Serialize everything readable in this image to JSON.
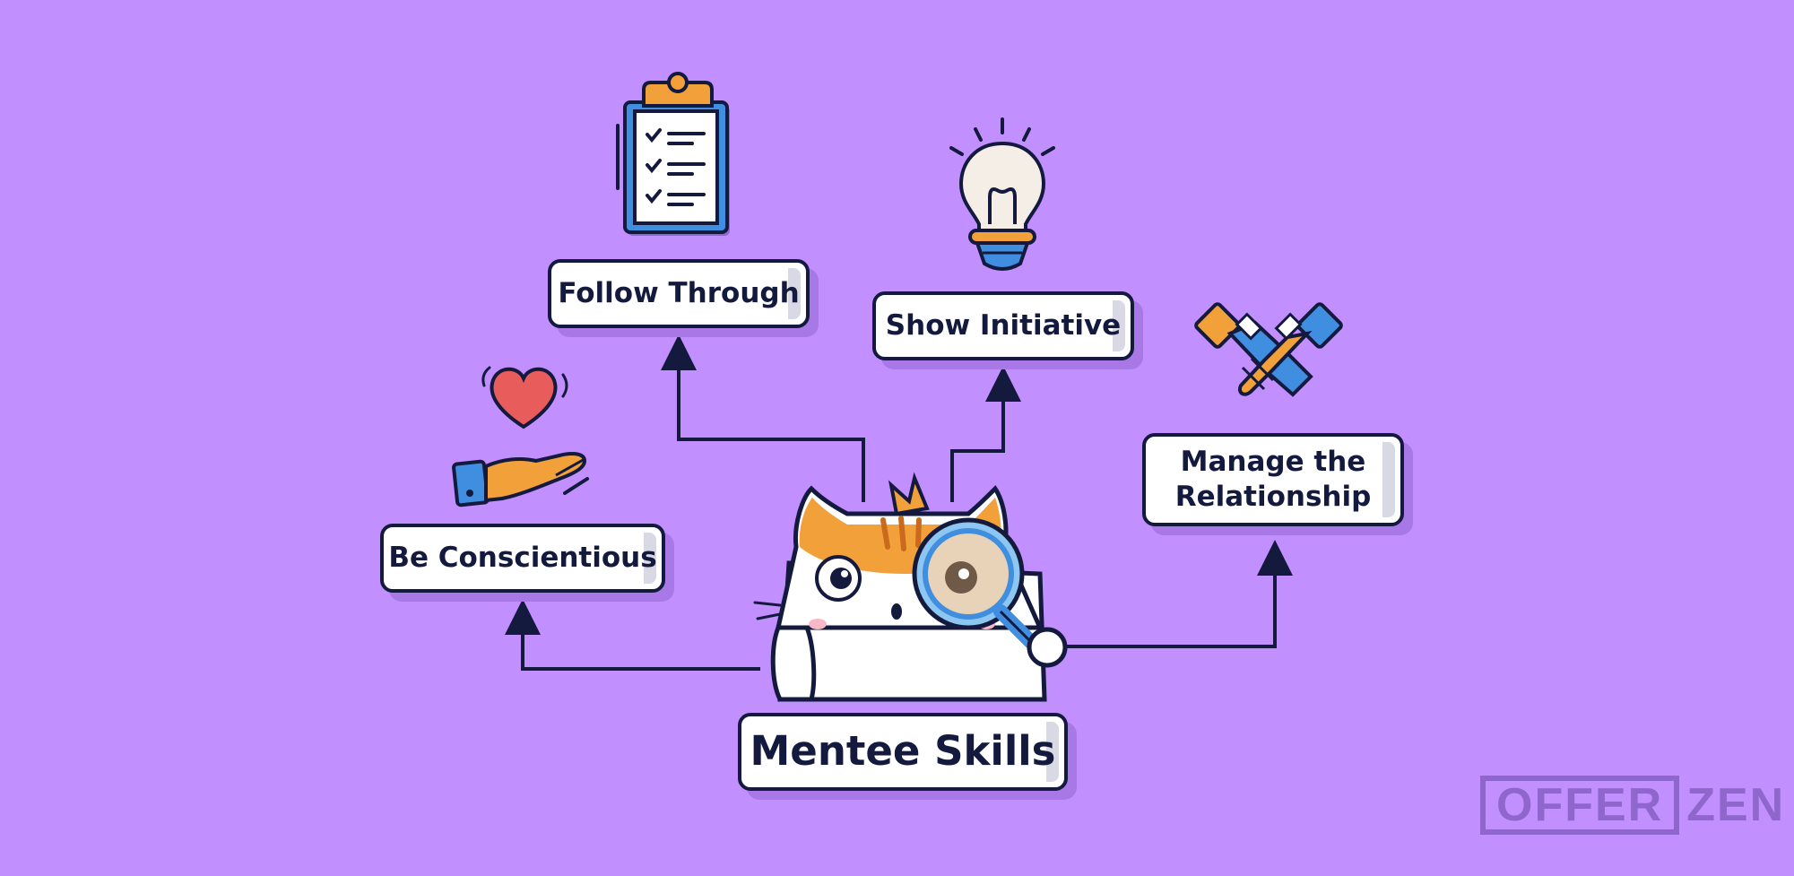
{
  "diagram": {
    "center_label": "Mentee Skills",
    "nodes": {
      "follow_through": "Follow Through",
      "show_initiative": "Show Initiative",
      "be_conscientious": "Be Conscientious",
      "manage_relationship": "Manage the\nRelationship"
    },
    "icons": {
      "follow_through": "clipboard-checklist-icon",
      "show_initiative": "lightbulb-icon",
      "be_conscientious": "heart-in-hand-icon",
      "manage_relationship": "handshake-icon",
      "center": "cat-with-magnifying-glass"
    }
  },
  "brand": {
    "logo_left": "OFFER",
    "logo_right": "ZEN"
  },
  "colors": {
    "background": "#c28fff",
    "ink": "#141a3d",
    "orange": "#f2a03a",
    "blue": "#3f8ee0",
    "red": "#e95c5c"
  }
}
